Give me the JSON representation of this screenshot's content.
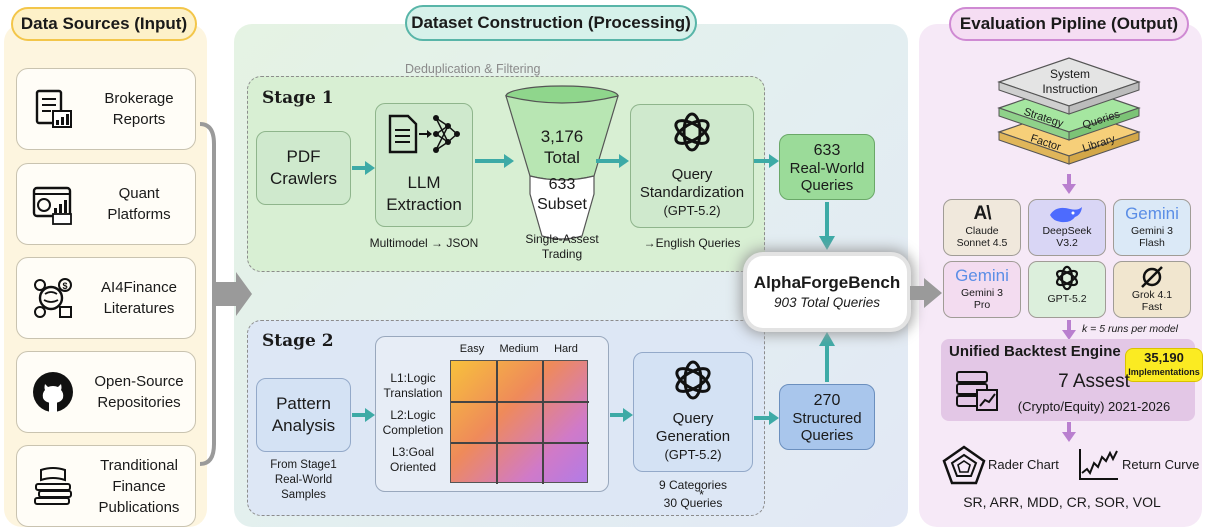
{
  "input": {
    "title": "Data Sources (Input)",
    "sources": [
      {
        "label": "Brokerage\nReports",
        "icon": "report-chart-icon"
      },
      {
        "label": "Quant\nPlatforms",
        "icon": "dashboard-icon"
      },
      {
        "label": "AI4Finance\nLiteratures",
        "icon": "brain-money-icon"
      },
      {
        "label": "Open-Source\nRepositories",
        "icon": "github-icon"
      },
      {
        "label": "Tranditional\nFinance\nPublications",
        "icon": "books-icon"
      }
    ]
  },
  "processing": {
    "title": "Dataset Construction (Processing)",
    "dedup_label": "Deduplication & Filtering",
    "stage1": {
      "title": "Stage 1",
      "crawler": "PDF\nCrawlers",
      "llm": "LLM\nExtraction",
      "llm_caption": "Multimodel → JSON",
      "funnel_total": "3,176",
      "funnel_total_label": "Total",
      "funnel_subset": "633",
      "funnel_subset_label": "Subset",
      "funnel_caption": "Single-Assest\nTrading",
      "query_std": "Query\nStandardization",
      "query_std_model": "(GPT-5.2)",
      "query_std_caption": "→English Queries",
      "output_count": "633",
      "output_label": "Real-World\nQueries"
    },
    "stage2": {
      "title": "Stage 2",
      "pattern": "Pattern\nAnalysis",
      "pattern_caption": "From Stage1\nReal-World\nSamples",
      "levels": [
        "L1:Logic\nTranslation",
        "L2:Logic\nCompletion",
        "L3:Goal\nOriented"
      ],
      "difficulties": [
        "Easy",
        "Medium",
        "Hard"
      ],
      "query_gen": "Query\nGeneration",
      "query_gen_model": "(GPT-5.2)",
      "categories": "9 Categories",
      "queries": "30 Queries",
      "queries_mark": "*",
      "output_count": "270",
      "output_label": "Structured\nQueries"
    },
    "bench": {
      "name": "AlphaForgeBench",
      "total": "903 Total Queries"
    }
  },
  "output": {
    "title": "Evaluation Pipline (Output)",
    "stack": {
      "top": "System\nInstruction",
      "mid_left": "Strategy",
      "mid_right": "Queries",
      "bottom_left": "Factor",
      "bottom_right": "Library"
    },
    "models": [
      {
        "name": "Claude\nSonnet 4.5",
        "logo": "AI",
        "bg": "#f0e8dc"
      },
      {
        "name": "DeepSeek\nV3.2",
        "logo": "deepseek",
        "bg": "#d9d6f5"
      },
      {
        "name": "Gemini 3\nFlash",
        "logo": "Gemini",
        "bg": "#dbe9f7"
      },
      {
        "name": "Gemini 3\nPro",
        "logo": "Gemini",
        "bg": "#f3dcf0"
      },
      {
        "name": "GPT-5.2",
        "logo": "openai",
        "bg": "#dcefdc"
      },
      {
        "name": "Grok 4.1\nFast",
        "logo": "grok",
        "bg": "#f1e6cf"
      }
    ],
    "runs_note": "k = 5 runs per model",
    "engine": {
      "title": "Unified Backtest Engine",
      "badge_count": "35,190",
      "badge_label": "Implementations",
      "assets": "7 Assest",
      "period": "(Crypto/Equity) 2021-2026"
    },
    "rader_label": "Rader Chart",
    "return_label": "Return Curve",
    "metrics": "SR, ARR, MDD, CR, SOR, VOL"
  },
  "colors": {
    "input_bg": "#fdf5df",
    "input_border": "#f3d36b",
    "processing_bg": "#e6f3ee",
    "output_bg": "#f6e9f7",
    "output_border": "#d9a6df",
    "stage1_green": "#d3edcf",
    "stage2_blue": "#dde7f6",
    "arrow_teal": "#3daaa6",
    "arrow_gray": "#9a9a9a",
    "arrow_purple": "#b97fcf"
  }
}
